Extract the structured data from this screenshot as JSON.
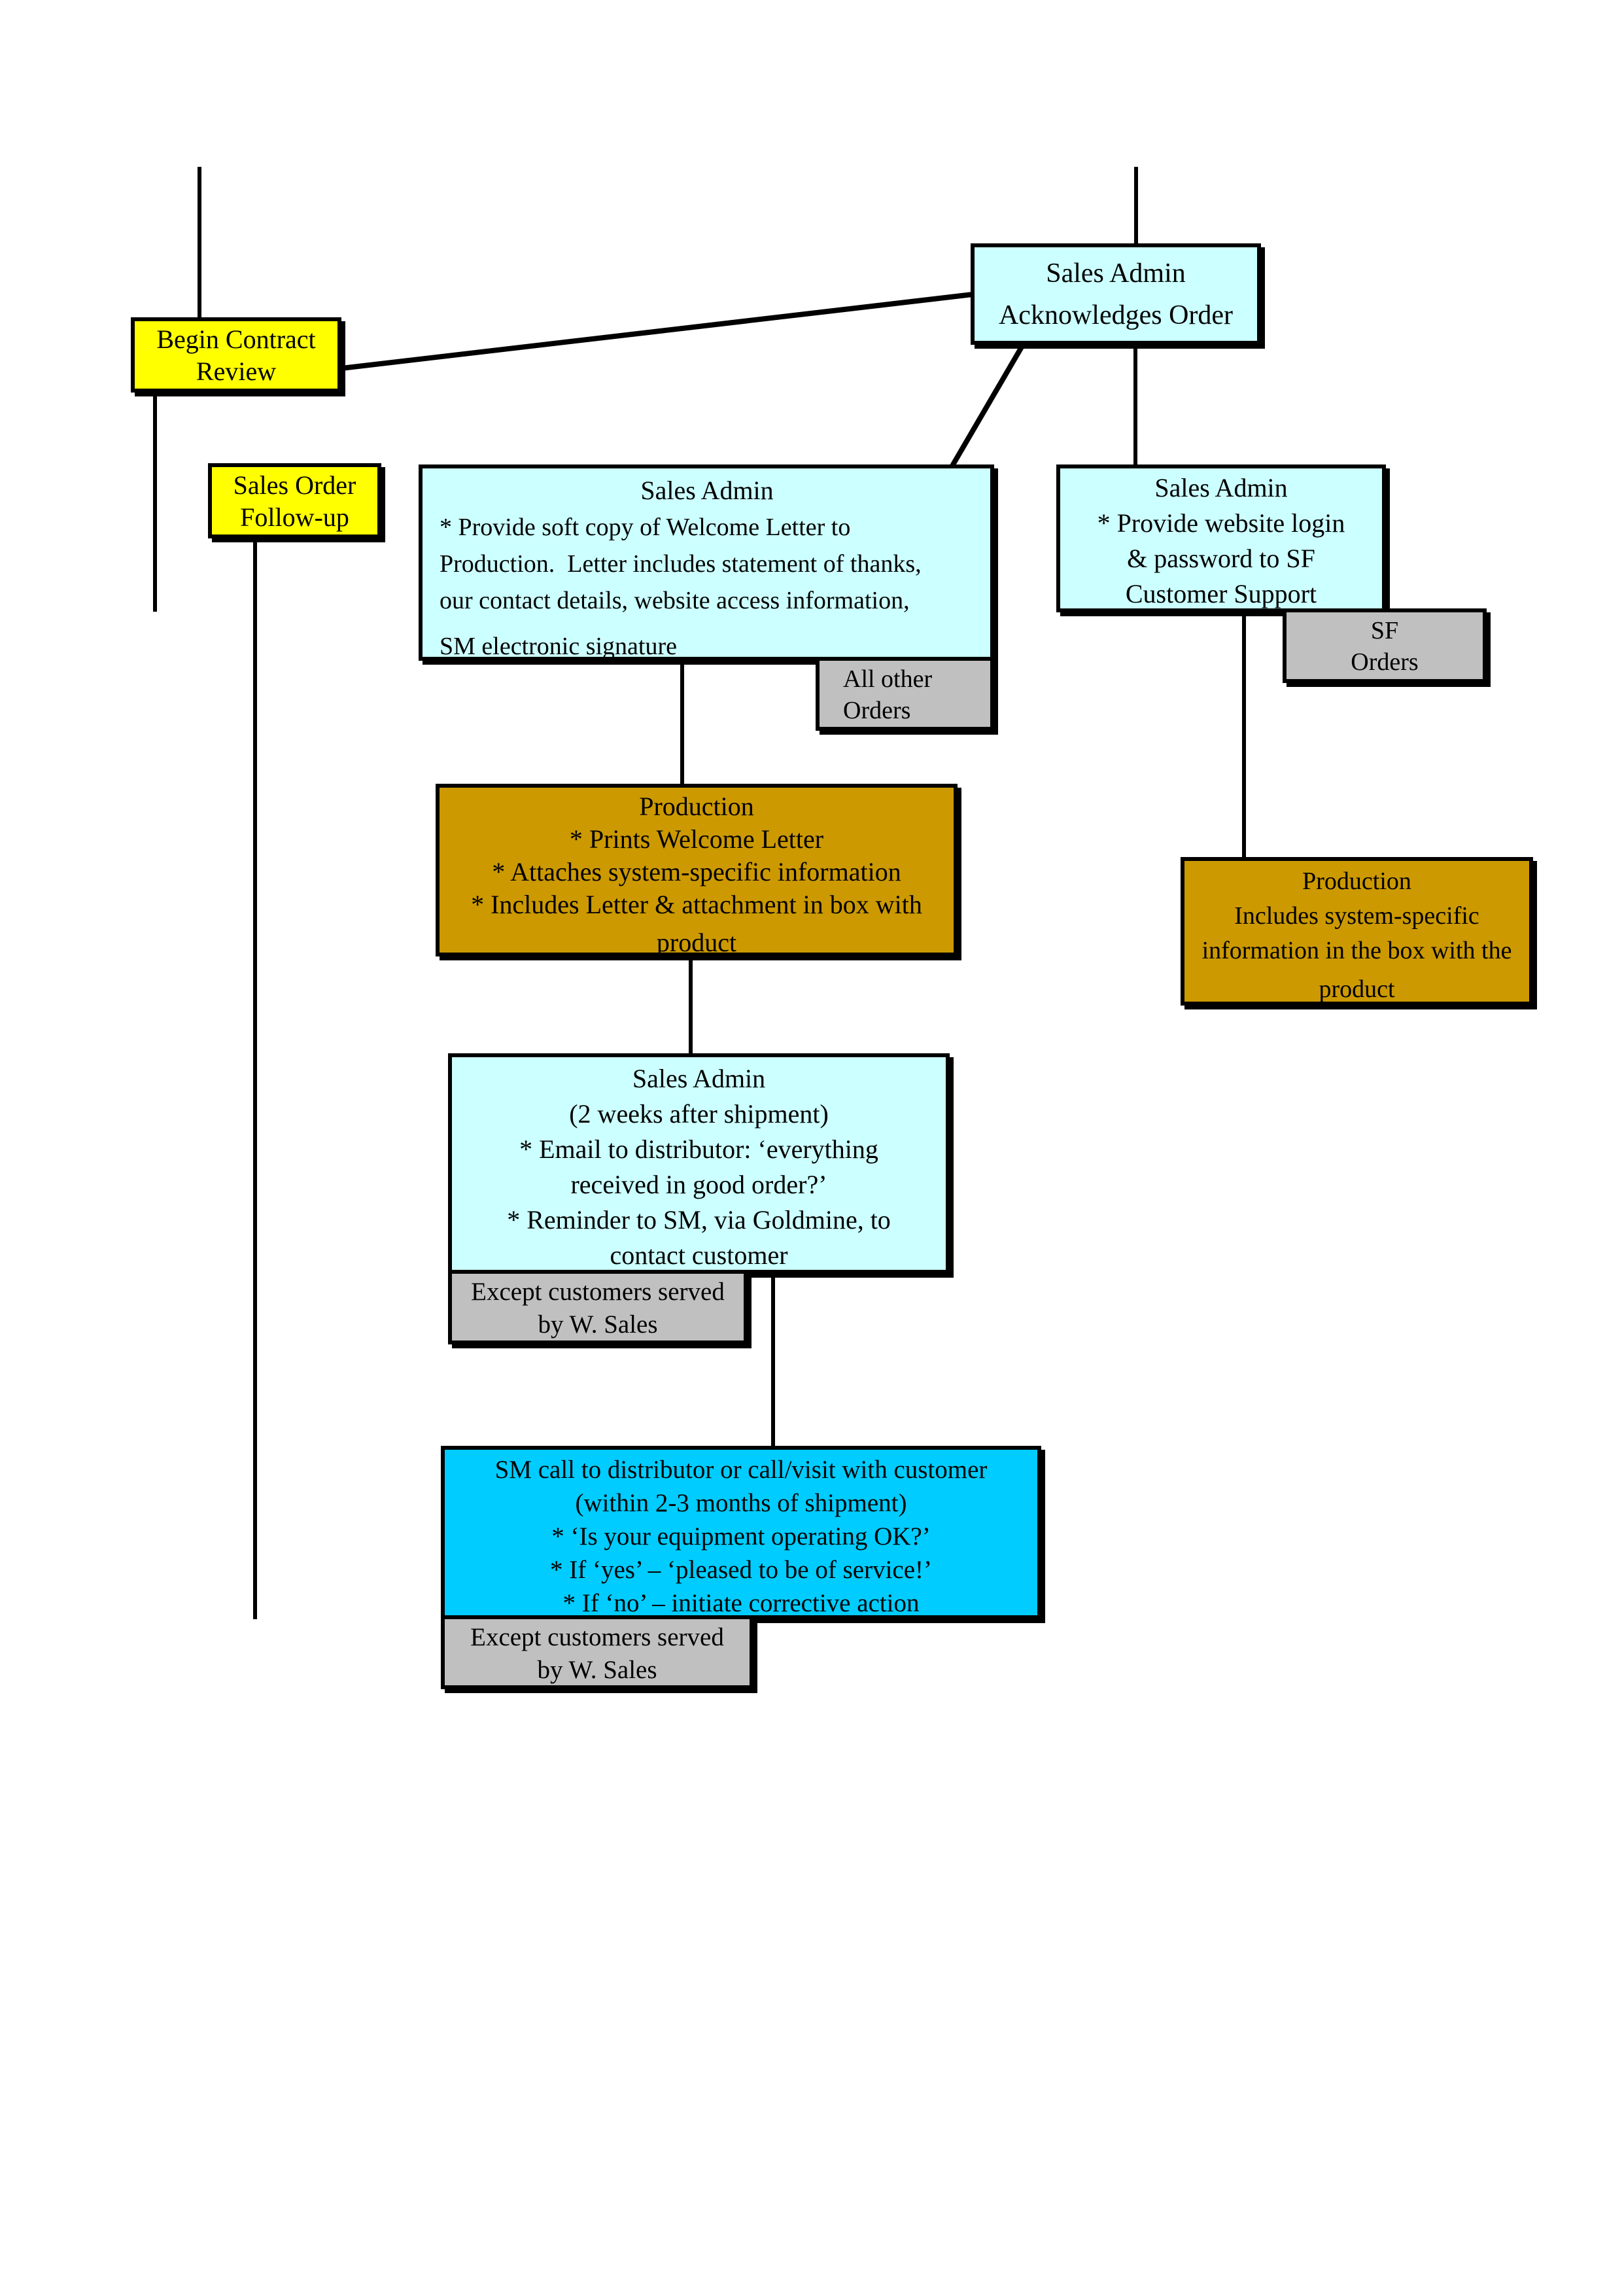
{
  "page": {
    "background": "#FFFFFF"
  },
  "colors": {
    "yellow": "#FFFF00",
    "light_cyan": "#CCFFFF",
    "gray": "#C0C0C0",
    "gold": "#CC9900",
    "bright_blue": "#00CCFF",
    "line": "#000000"
  },
  "boxes": {
    "begin_contract_review": {
      "lines": [
        "Begin Contract",
        "Review"
      ]
    },
    "sales_order_follow_up": {
      "lines": [
        "Sales Order",
        "Follow-up"
      ]
    },
    "sales_admin_acknowledges": {
      "lines": [
        "Sales Admin",
        "Acknowledges Order"
      ]
    },
    "sales_admin_welcome_letter": {
      "lines": [
        "Sales Admin",
        "* Provide soft copy of Welcome Letter to",
        "Production.  Letter includes statement of thanks,",
        "our contact details, website access information,",
        "SM electronic signature"
      ]
    },
    "sales_admin_website_login": {
      "lines": [
        "Sales Admin",
        "* Provide website login",
        "& password to SF",
        "Customer Support"
      ]
    },
    "sf_orders": {
      "lines": [
        "SF",
        "Orders"
      ]
    },
    "all_other_orders": {
      "lines": [
        "All other",
        "Orders"
      ]
    },
    "production_welcome_letter": {
      "lines": [
        "Production",
        "* Prints Welcome Letter",
        "* Attaches system-specific information",
        "* Includes Letter & attachment in box with",
        "product"
      ]
    },
    "production_system_specific": {
      "lines": [
        "Production",
        "Includes system-specific",
        "information in the box with the",
        "product"
      ]
    },
    "sales_admin_two_weeks": {
      "lines": [
        "Sales Admin",
        "(2 weeks after shipment)",
        "* Email to distributor: ‘everything",
        "received in good order?’",
        "* Reminder to SM, via Goldmine, to",
        "contact customer"
      ]
    },
    "except_customers_w_sales_1": {
      "lines": [
        "Except customers served",
        "by W. Sales"
      ]
    },
    "sm_call_distributor": {
      "lines": [
        "SM call to distributor or call/visit with customer",
        "(within 2-3 months of shipment)",
        "* ‘Is your equipment operating OK?’",
        "* If ‘yes’ – ‘pleased to be of service!’",
        "* If ‘no’ – initiate corrective action"
      ]
    },
    "except_customers_w_sales_2": {
      "lines": [
        "Except customers served",
        "by W. Sales"
      ]
    }
  }
}
